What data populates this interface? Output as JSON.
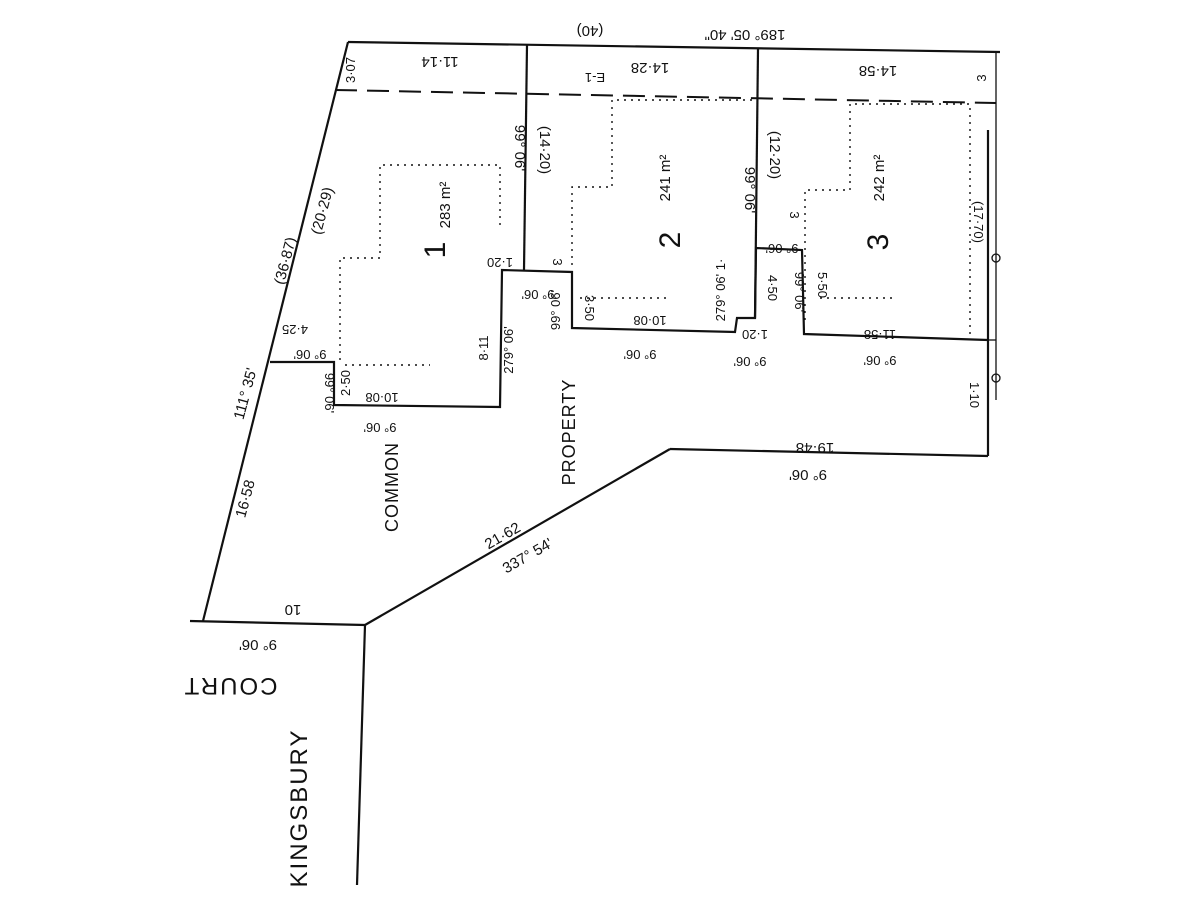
{
  "lots": [
    {
      "number": "1",
      "area": "283 m²"
    },
    {
      "number": "2",
      "area": "241 m²"
    },
    {
      "number": "3",
      "area": "242 m²"
    }
  ],
  "labels": {
    "common": "COMMON",
    "property": "PROPERTY",
    "road_1": "KINGSBURY",
    "road_2": "COURT",
    "easement": "E-1"
  },
  "dimensions": {
    "north_bearing": "189° 05' 40\"",
    "north_width": "(40)",
    "west_bearing": "111° 35'",
    "west_total": "(36·87)",
    "west_lot1": "(20·29)",
    "west_lower": "16·58",
    "south": "10",
    "south_bearing": "9° 06'",
    "diag": "21·62",
    "diag_bearing": "337° 54'",
    "east_lower": "19·48",
    "east_lower_bearing": "9° 06'",
    "top_lot1": "11·14",
    "top_lot2": "14·28",
    "top_lot3": "14·58",
    "top_left_small": "3·07",
    "top_right_small": "3",
    "lot1_side": "(14·20)",
    "lot1_side_bearing": "99° 06'",
    "lot1_notch": "1·20",
    "lot1_notch_b": "3",
    "lot1_w": "4·25",
    "lot1_w_bearing": "9° 06'",
    "lot1_step": "2·50",
    "lot1_step_bearing": "99° 06'",
    "lot1_bottom": "10·08",
    "lot1_bottom_bearing": "9° 06'",
    "lot1_right": "8·11",
    "lot1_right_bearing": "279° 06'",
    "lot2_notch_bearing": "9° 06'",
    "lot2_left_bearing": "99° 06'",
    "lot2_left": "3·50",
    "lot2_bottom": "10·08",
    "lot2_bottom_bearing": "9° 06'",
    "lot2_right_bearing": "279° 06' 1·",
    "lot2_right_b": "1·20",
    "lot2_right_b2": "9° 06'",
    "lot2_side": "99° 06'",
    "lot3_side": "(12·20)",
    "lot3_notch_b": "3",
    "lot3_notch": "9° 06'",
    "lot3_a": "4·50",
    "lot3_b": "99° 06'",
    "lot3_c": "5·50",
    "lot3_bottom": "11·58",
    "lot3_bottom_bearing": "9° 06'",
    "lot3_right": "(17·70)",
    "lot3_small": "1·10"
  }
}
